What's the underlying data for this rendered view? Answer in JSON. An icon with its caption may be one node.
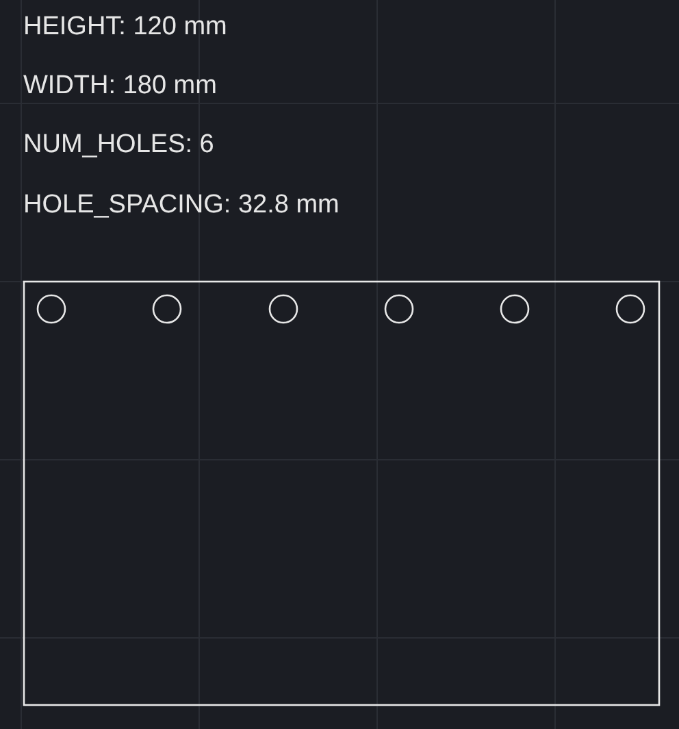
{
  "diagram": {
    "labels": [
      "HEIGHT: 120 mm",
      "WIDTH: 180 mm",
      "NUM_HOLES: 6",
      "HOLE_SPACING: 32.8 mm"
    ]
  }
}
